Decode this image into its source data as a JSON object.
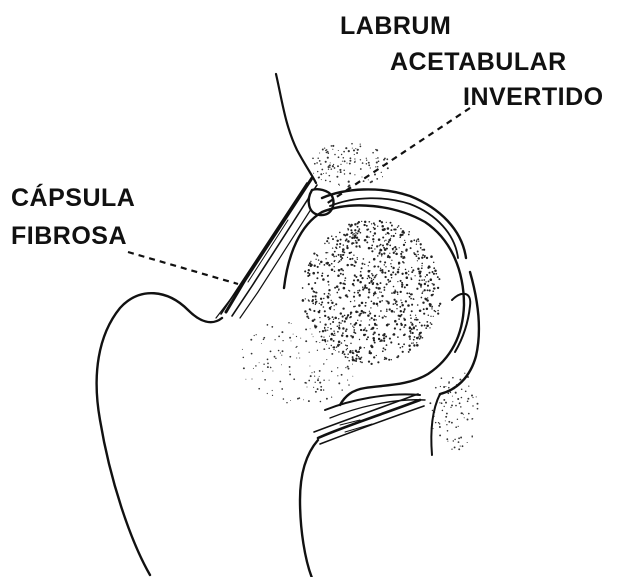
{
  "diagram": {
    "labels": {
      "labrum": [
        "LABRUM",
        "ACETABULAR",
        "INVERTIDO"
      ],
      "capsula": [
        "CÁPSULA",
        "FIBROSA"
      ]
    },
    "colors": {
      "ink": "#111111",
      "background": "#ffffff"
    }
  }
}
